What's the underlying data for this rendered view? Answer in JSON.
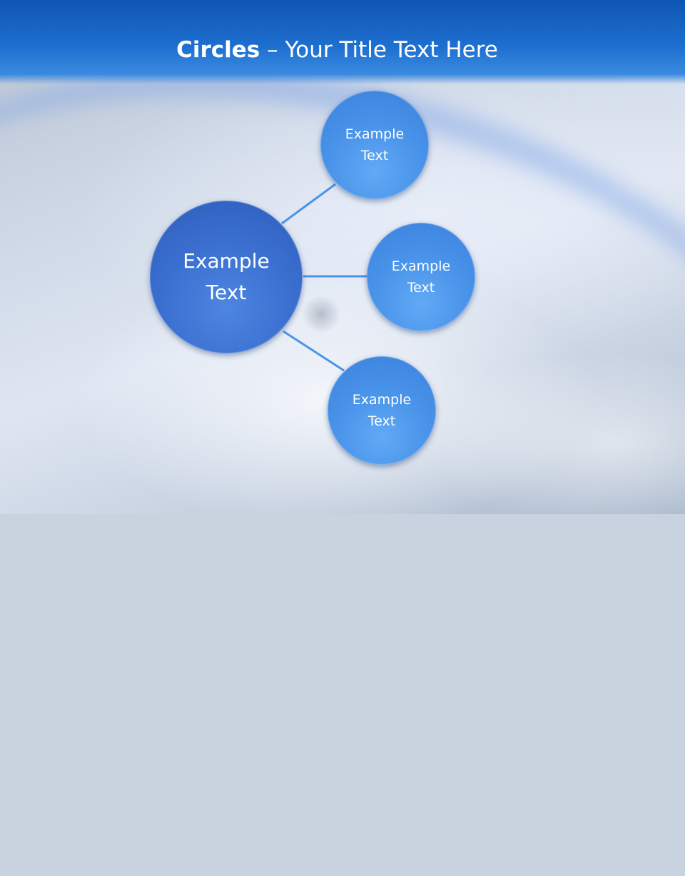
{
  "slide": {
    "title_bold": "Circles",
    "title_rest": " – Your Title Text Here"
  },
  "diagram": {
    "center": {
      "label": "Example\nText"
    },
    "nodes": [
      {
        "label": "Example\nText"
      },
      {
        "label": "Example\nText"
      },
      {
        "label": "Example\nText"
      }
    ],
    "colors": {
      "header": "#1e6fd0",
      "center_circle": "#3a6fd0",
      "node_circle": "#4a94ea",
      "connector": "#4a94ea",
      "text": "#ffffff"
    }
  }
}
